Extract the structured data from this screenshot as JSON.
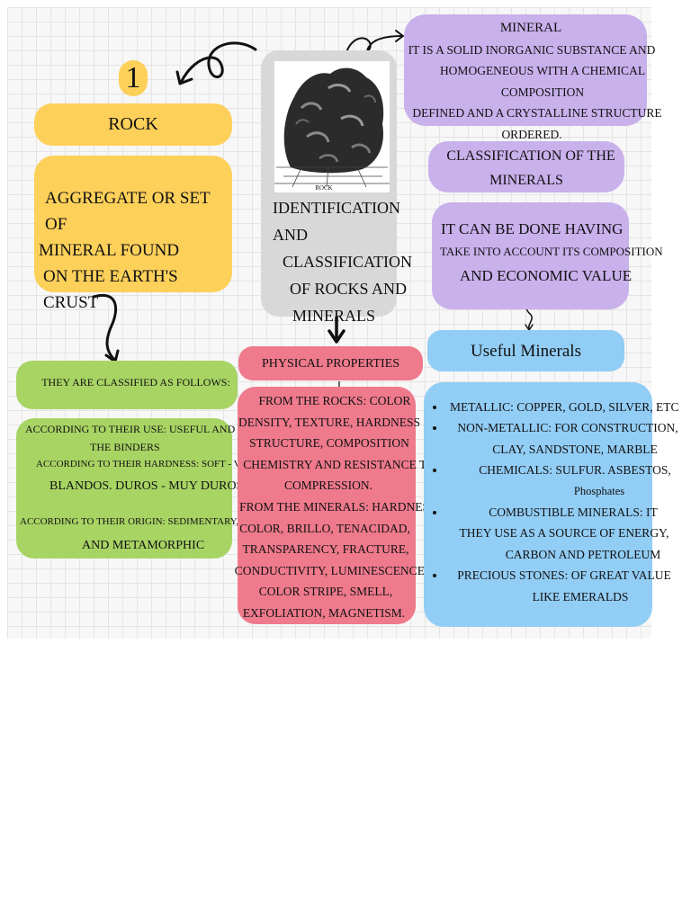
{
  "number_badge": "1",
  "rock": {
    "title": "ROCK",
    "definition_lines": [
      "AGGREGATE OR SET OF",
      "MINERAL FOUND",
      "ON THE EARTH'S CRUST"
    ],
    "classified_header": "THEY ARE CLASSIFIED AS FOLLOWS:",
    "classification_lines": [
      "ACCORDING TO THEIR USE: USEFUL AND STERILE",
      "THE BINDERS",
      "ACCORDING TO THEIR HARDNESS: SOFT - VERY",
      "BLANDOS. DUROS - MUY DUROS",
      "ACCORDING TO THEIR ORIGIN: SEDIMENTARY, IGNEOUS",
      "AND METAMORPHIC"
    ]
  },
  "center": {
    "image_caption": "ROCK",
    "title_lines": [
      "IDENTIFICATION AND",
      "CLASSIFICATION",
      "OF ROCKS AND",
      "MINERALS"
    ]
  },
  "physical": {
    "title": "PHYSICAL PROPERTIES",
    "lines": [
      "FROM THE ROCKS: COLOR",
      "DENSITY, TEXTURE, HARDNESS",
      "STRUCTURE, COMPOSITION",
      "CHEMISTRY AND RESISTANCE TO",
      "COMPRESSION.",
      "FROM THE MINERALS: HARDNESS,",
      "COLOR, BRILLO, TENACIDAD,",
      "TRANSPARENCY, FRACTURE,",
      "CONDUCTIVITY, LUMINESCENCE,",
      "COLOR STRIPE, SMELL,",
      "EXFOLIATION, MAGNETISM."
    ]
  },
  "mineral": {
    "title": "MINERAL",
    "definition_lines": [
      "IT IS A SOLID INORGANIC SUBSTANCE AND",
      "HOMOGENEOUS WITH A CHEMICAL COMPOSITION",
      "DEFINED AND A CRYSTALLINE STRUCTURE",
      "ORDERED."
    ],
    "classification_title_lines": [
      "CLASSIFICATION OF THE",
      "MINERALS"
    ],
    "classification_lines": [
      "IT CAN BE DONE HAVING",
      "TAKE INTO ACCOUNT ITS COMPOSITION",
      "AND ECONOMIC VALUE"
    ]
  },
  "useful": {
    "title": "Useful Minerals",
    "items": [
      [
        "METALLIC: COPPER, GOLD, SILVER, ETC"
      ],
      [
        "NON-METALLIC: FOR CONSTRUCTION,",
        "CLAY, SANDSTONE, MARBLE"
      ],
      [
        "CHEMICALS: SULFUR. ASBESTOS,",
        "Phosphates"
      ],
      [
        "COMBUSTIBLE MINERALS: IT",
        "THEY USE AS A SOURCE OF ENERGY,",
        "CARBON AND PETROLEUM"
      ],
      [
        "PRECIOUS STONES: OF GREAT VALUE",
        "LIKE EMERALDS"
      ]
    ]
  }
}
